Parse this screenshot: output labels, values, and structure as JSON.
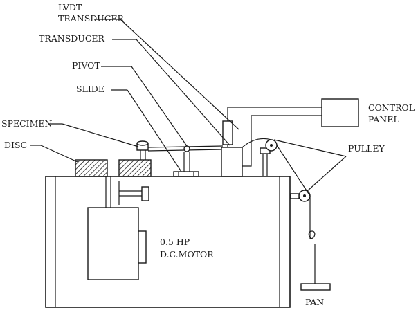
{
  "labels": {
    "lvdt_line1": "LVDT",
    "lvdt_line2": "TRANSDUCER",
    "transducer": "TRANSDUCER",
    "pivot": "PIVOT",
    "slide": "SLIDE",
    "specimen": "SPECIMEN",
    "disc": "DISC",
    "control_line1": "CONTROL",
    "control_line2": "PANEL",
    "pulley": "PULLEY",
    "motor_line1": "0.5 HP",
    "motor_line2": "D.C.MOTOR",
    "pan": "PAN"
  }
}
